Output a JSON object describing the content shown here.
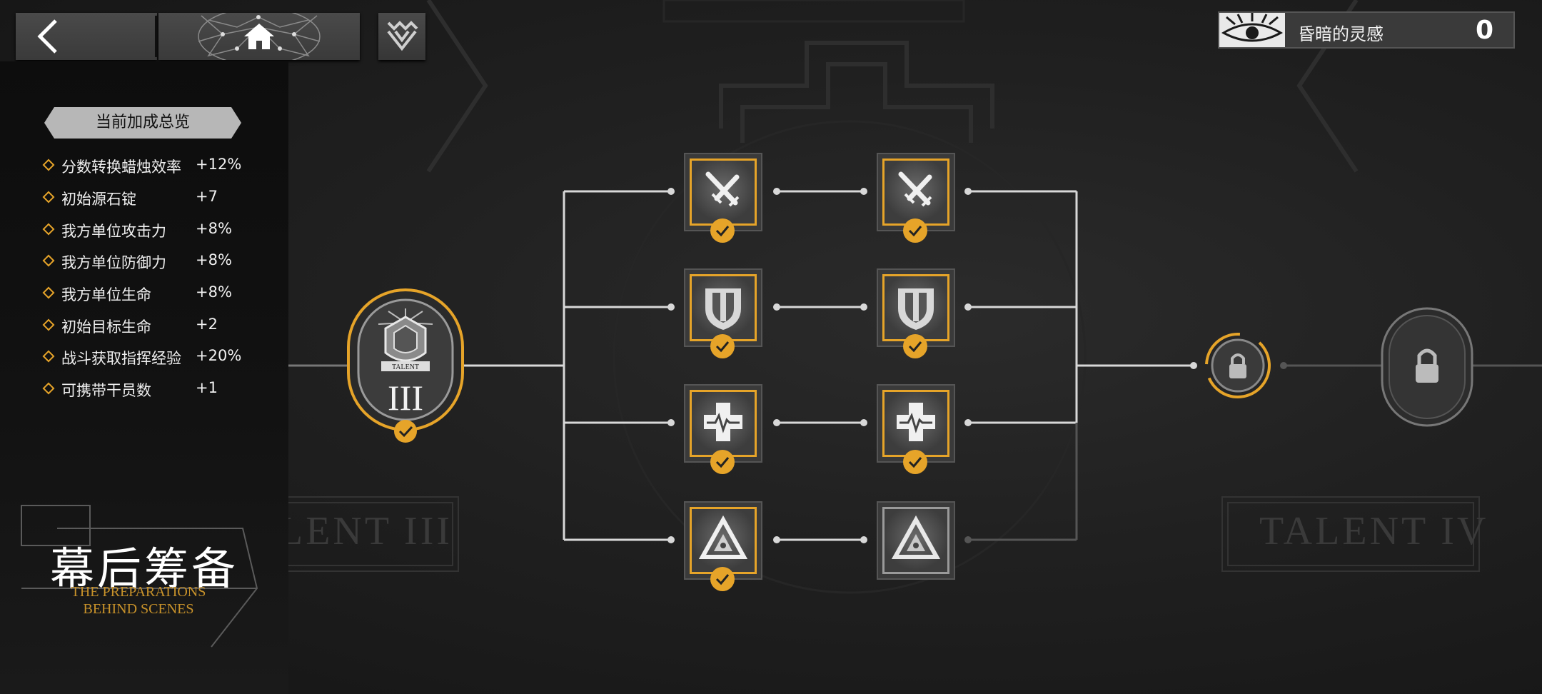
{
  "topbar": {
    "back_icon": "chevron-left-icon",
    "home_icon": "home-icon",
    "talent_menu_icon": "talent-emblem-icon"
  },
  "resource": {
    "icon": "eye-icon",
    "label": "昏暗的灵感",
    "value": "0"
  },
  "overview": {
    "title": "当前加成总览",
    "items": [
      {
        "name": "分数转换蜡烛效率",
        "value": "+12%"
      },
      {
        "name": "初始源石锭",
        "value": "+7"
      },
      {
        "name": "我方单位攻击力",
        "value": "+8%"
      },
      {
        "name": "我方单位防御力",
        "value": "+8%"
      },
      {
        "name": "我方单位生命",
        "value": "+8%"
      },
      {
        "name": "初始目标生命",
        "value": "+2"
      },
      {
        "name": "战斗获取指挥经验",
        "value": "+20%"
      },
      {
        "name": "可携带干员数",
        "value": "+1"
      }
    ]
  },
  "stage": {
    "title_cn": "幕后筹备",
    "title_en_line1": "THE PREPARATIONS",
    "title_en_line2": "BEHIND SCENES"
  },
  "watermarks": {
    "left": "LENT III",
    "right": "TALENT IV"
  },
  "talent_tree": {
    "main_node": {
      "badge": "TALENT",
      "numeral": "III",
      "activated": true
    },
    "rows": [
      {
        "icon": "crossed-swords-icon",
        "col1_activated": true,
        "col2_activated": true
      },
      {
        "icon": "shield-icon",
        "col1_activated": true,
        "col2_activated": true
      },
      {
        "icon": "medical-cross-icon",
        "col1_activated": true,
        "col2_activated": true
      },
      {
        "icon": "triangle-eye-icon",
        "col1_activated": true,
        "col2_activated": false
      }
    ],
    "locked_nodes": [
      "lock-icon",
      "lock-icon"
    ]
  },
  "colors": {
    "accent": "#e6a429",
    "panel": "#3a3a3a",
    "background": "#1c1c1c"
  }
}
